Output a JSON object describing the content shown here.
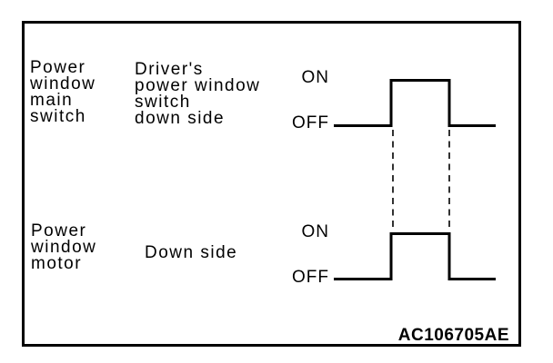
{
  "diagram": {
    "title_code": "AC106705AE",
    "background_color": "#ffffff",
    "line_color": "#000000",
    "rows": [
      {
        "component": "Power\nwindow\nmain\nswitch",
        "signal": "Driver's\npower window\nswitch\ndown side",
        "on_label": "ON",
        "off_label": "OFF"
      },
      {
        "component": "Power\nwindow\nmotor",
        "signal": "Down side",
        "on_label": "ON",
        "off_label": "OFF"
      }
    ]
  },
  "chart_data": {
    "type": "timing",
    "signals": [
      {
        "name": "Driver's power window switch down side",
        "component": "Power window main switch",
        "levels": [
          "OFF",
          "ON",
          "OFF"
        ],
        "transitions_t": [
          1,
          2
        ]
      },
      {
        "name": "Down side",
        "component": "Power window motor",
        "levels": [
          "OFF",
          "ON",
          "OFF"
        ],
        "transitions_t": [
          1,
          2
        ]
      }
    ],
    "sync_lines": [
      1,
      2
    ],
    "notes": "Both signals switch ON and OFF simultaneously; dashed vertical lines mark aligned transitions"
  }
}
